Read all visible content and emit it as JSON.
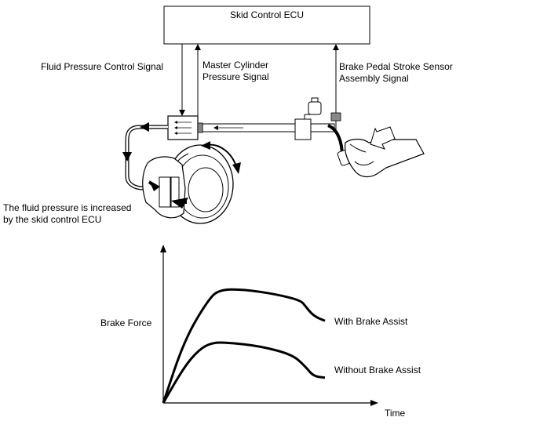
{
  "ecu": {
    "title": "Skid Control ECU"
  },
  "signals": {
    "fluid_pressure_control": "Fluid Pressure Control Signal",
    "master_cylinder_line1": "Master Cylinder",
    "master_cylinder_line2": "Pressure Signal",
    "pedal_stroke_line1": "Brake Pedal Stroke Sensor",
    "pedal_stroke_line2": "Assembly Signal"
  },
  "note": {
    "line1": "The fluid pressure is increased",
    "line2": "by the skid control ECU"
  },
  "chart_data": {
    "type": "line",
    "ylabel": "Brake Force",
    "xlabel": "Time",
    "series": [
      {
        "name": "With Brake Assist",
        "x": [
          0,
          0.13,
          0.28,
          0.35,
          0.5,
          0.7,
          0.85,
          0.88,
          0.93,
          1.0
        ],
        "y": [
          0,
          0.52,
          0.86,
          0.94,
          0.94,
          0.9,
          0.85,
          0.8,
          0.72,
          0.68
        ]
      },
      {
        "name": "Without Brake Assist",
        "x": [
          0,
          0.13,
          0.22,
          0.3,
          0.4,
          0.6,
          0.8,
          0.88,
          0.93,
          1.0
        ],
        "y": [
          0,
          0.3,
          0.44,
          0.5,
          0.5,
          0.47,
          0.4,
          0.3,
          0.22,
          0.21
        ]
      }
    ]
  }
}
